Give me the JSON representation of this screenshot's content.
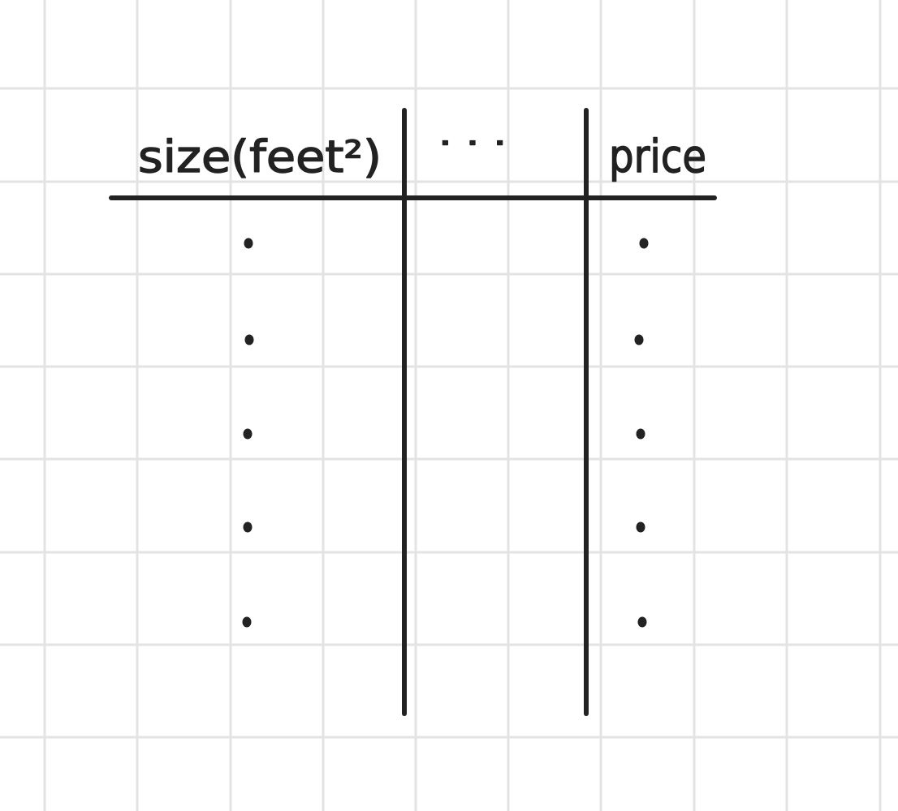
{
  "table": {
    "headers": {
      "size": "size(feet²)",
      "middle": "· · ·",
      "price": "price"
    },
    "row_count": 5,
    "columns": [
      "size",
      "middle",
      "price"
    ]
  },
  "colors": {
    "ink": "#222222",
    "grid": "#e3e3e3",
    "background": "#ffffff"
  }
}
